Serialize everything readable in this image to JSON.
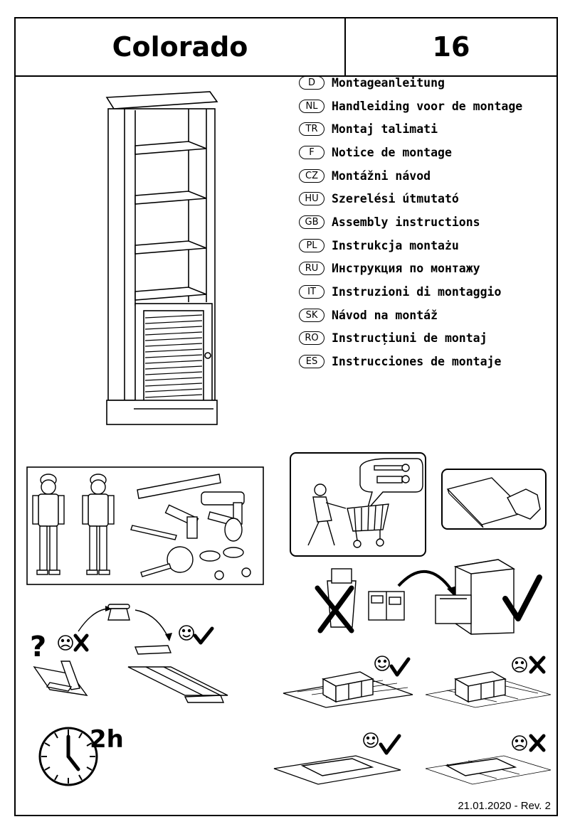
{
  "header": {
    "title": "Colorado",
    "number": "16"
  },
  "languages": [
    {
      "code": "D",
      "text": "Montageanleitung"
    },
    {
      "code": "NL",
      "text": "Handleiding voor de montage"
    },
    {
      "code": "TR",
      "text": "Montaj talimati"
    },
    {
      "code": "F",
      "text": "Notice de montage"
    },
    {
      "code": "CZ",
      "text": "Montážni návod"
    },
    {
      "code": "HU",
      "text": "Szerelési útmutató"
    },
    {
      "code": "GB",
      "text": "Assembly instructions"
    },
    {
      "code": "PL",
      "text": "Instrukcja montażu"
    },
    {
      "code": "RU",
      "text": "Инструкция по монтажу"
    },
    {
      "code": "IT",
      "text": "Instruzioni di montaggio"
    },
    {
      "code": "SK",
      "text": "Návod na montáž"
    },
    {
      "code": "RO",
      "text": "Instrucțiuni de montaj"
    },
    {
      "code": "ES",
      "text": "Instrucciones de montaje"
    }
  ],
  "assembly_time": {
    "value": "2h"
  },
  "footer": {
    "revision": "21.01.2020  - Rev. 2"
  },
  "help": {
    "question_mark": "?"
  }
}
